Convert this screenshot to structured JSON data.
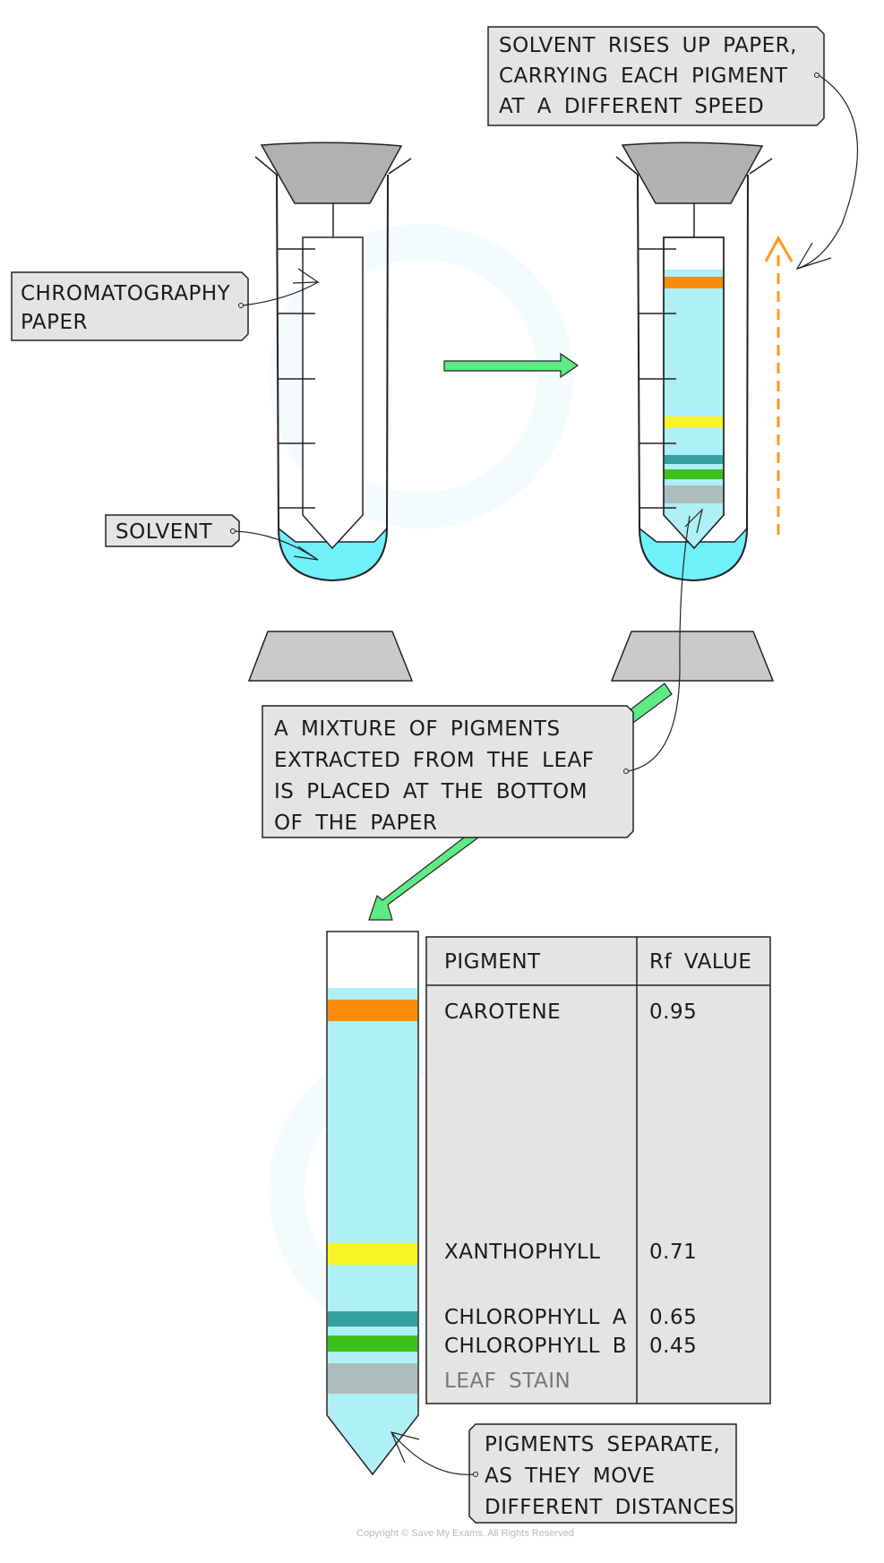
{
  "labels": {
    "solvent_rises": [
      "SOLVENT RISES UP PAPER,",
      "CARRYING EACH PIGMENT",
      "AT A DIFFERENT SPEED"
    ],
    "chromatography_paper": [
      "CHROMATOGRAPHY",
      "PAPER"
    ],
    "solvent": "SOLVENT",
    "mixture": [
      "A MIXTURE OF PIGMENTS",
      "EXTRACTED FROM THE LEAF",
      "IS PLACED AT THE BOTTOM",
      "OF THE PAPER"
    ],
    "pigments_separate": [
      "PIGMENTS SEPARATE,",
      "AS THEY MOVE",
      "DIFFERENT DISTANCES"
    ]
  },
  "table": {
    "headers": [
      "PIGMENT",
      "Rf VALUE"
    ],
    "rows": [
      {
        "pigment": "CAROTENE",
        "rf": "0.95",
        "color": "#f98c0a"
      },
      {
        "pigment": "XANTHOPHYLL",
        "rf": "0.71",
        "color": "#f8f526"
      },
      {
        "pigment": "CHLOROPHYLL A",
        "rf": "0.65",
        "color": "#34a0a0"
      },
      {
        "pigment": "CHLOROPHYLL B",
        "rf": "0.45",
        "color": "#3cc11a"
      },
      {
        "pigment": "LEAF STAIN",
        "rf": "",
        "color": "#adbcbc"
      }
    ]
  },
  "colors": {
    "solvent": "#6ff0fb",
    "paper_wet": "#aef0f6",
    "stopper": "#b1b1b1",
    "base": "#cacaca",
    "label_bg": "#e4e4e4",
    "arrow_green": "#5eea85",
    "arrow_orange": "#ff9a1a"
  },
  "copyright": "Copyright © Save My Exams. All Rights Reserved"
}
